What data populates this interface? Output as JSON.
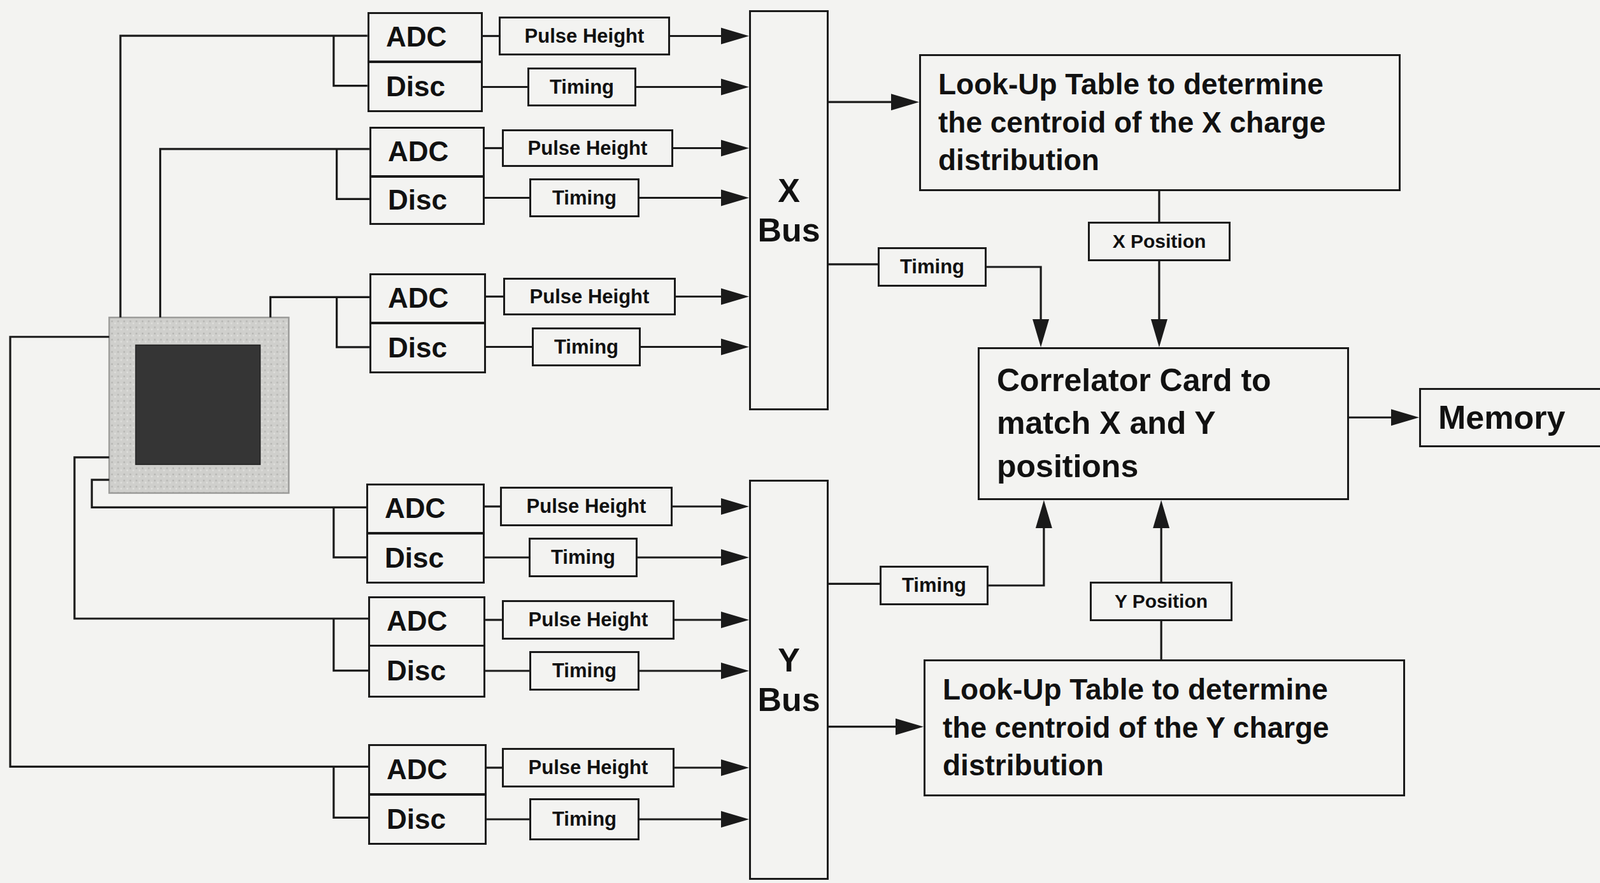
{
  "diagram": {
    "nodes": [
      {
        "text": [
          "ADC"
        ]
      },
      {
        "text": [
          "Pulse Height"
        ]
      },
      {
        "text": [
          "Disc"
        ]
      },
      {
        "text": [
          "Timing"
        ]
      },
      {
        "text": [
          "ADC"
        ]
      },
      {
        "text": [
          "Pulse Height"
        ]
      },
      {
        "text": [
          "Disc"
        ]
      },
      {
        "text": [
          "Timing"
        ]
      },
      {
        "text": [
          "ADC"
        ]
      },
      {
        "text": [
          "Pulse Height"
        ]
      },
      {
        "text": [
          "Disc"
        ]
      },
      {
        "text": [
          "Timing"
        ]
      },
      {
        "text": [
          "ADC"
        ]
      },
      {
        "text": [
          "Pulse Height"
        ]
      },
      {
        "text": [
          "Disc"
        ]
      },
      {
        "text": [
          "Timing"
        ]
      },
      {
        "text": [
          "ADC"
        ]
      },
      {
        "text": [
          "Pulse Height"
        ]
      },
      {
        "text": [
          "Disc"
        ]
      },
      {
        "text": [
          "Timing"
        ]
      },
      {
        "text": [
          "ADC"
        ]
      },
      {
        "text": [
          "Pulse Height"
        ]
      },
      {
        "text": [
          "Disc"
        ]
      },
      {
        "text": [
          "Timing"
        ]
      },
      {
        "text": [
          "X Bus"
        ]
      },
      {
        "text": [
          "Look-Up Table to determine the centroid of the X charge distribution"
        ]
      },
      {
        "text": [
          "X Position"
        ]
      },
      {
        "text": [
          "Timing"
        ]
      },
      {
        "text": [
          "Correlator Card to match X and Y positions"
        ]
      },
      {
        "text": [
          "Memory"
        ]
      },
      {
        "text": [
          "Timing"
        ]
      },
      {
        "text": [
          "Y Position"
        ]
      },
      {
        "text": [
          "Y Bus"
        ]
      },
      {
        "text": [
          "Look-Up Table to determine the centroid of the Y charge distribution"
        ]
      }
    ],
    "edges": [
      {
        "from": 0,
        "to": 1,
        "arrow": "none"
      },
      {
        "from": 1,
        "to": 24,
        "arrow": "to"
      },
      {
        "from": 2,
        "to": 3,
        "arrow": "none"
      },
      {
        "from": 3,
        "to": 24,
        "arrow": "to"
      },
      {
        "from": 4,
        "to": 5,
        "arrow": "none"
      },
      {
        "from": 5,
        "to": 24,
        "arrow": "to"
      },
      {
        "from": 6,
        "to": 7,
        "arrow": "none"
      },
      {
        "from": 7,
        "to": 24,
        "arrow": "to"
      },
      {
        "from": 8,
        "to": 9,
        "arrow": "none"
      },
      {
        "from": 9,
        "to": 24,
        "arrow": "to"
      },
      {
        "from": 10,
        "to": 11,
        "arrow": "none"
      },
      {
        "from": 11,
        "to": 24,
        "arrow": "to"
      },
      {
        "from": 12,
        "to": 13,
        "arrow": "none"
      },
      {
        "from": 13,
        "to": 32,
        "arrow": "to"
      },
      {
        "from": 14,
        "to": 15,
        "arrow": "none"
      },
      {
        "from": 15,
        "to": 32,
        "arrow": "to"
      },
      {
        "from": 16,
        "to": 17,
        "arrow": "none"
      },
      {
        "from": 17,
        "to": 32,
        "arrow": "to"
      },
      {
        "from": 18,
        "to": 19,
        "arrow": "none"
      },
      {
        "from": 19,
        "to": 32,
        "arrow": "to"
      },
      {
        "from": 20,
        "to": 21,
        "arrow": "none"
      },
      {
        "from": 21,
        "to": 32,
        "arrow": "to"
      },
      {
        "from": 22,
        "to": 23,
        "arrow": "none"
      },
      {
        "from": 23,
        "to": 32,
        "arrow": "to"
      },
      {
        "from": 24,
        "to": 25,
        "arrow": "to"
      },
      {
        "from": 24,
        "to": 27,
        "arrow": "none"
      },
      {
        "from": 25,
        "to": 26,
        "arrow": "none"
      },
      {
        "from": 26,
        "to": 28,
        "arrow": "to"
      },
      {
        "from": 27,
        "to": 28,
        "arrow": "to"
      },
      {
        "from": 28,
        "to": 29,
        "arrow": "to"
      },
      {
        "from": 32,
        "to": 30,
        "arrow": "none"
      },
      {
        "from": 30,
        "to": 28,
        "arrow": "to"
      },
      {
        "from": 32,
        "to": 33,
        "arrow": "to"
      },
      {
        "from": 33,
        "to": 31,
        "arrow": "none"
      },
      {
        "from": 31,
        "to": 28,
        "arrow": "to"
      }
    ]
  }
}
